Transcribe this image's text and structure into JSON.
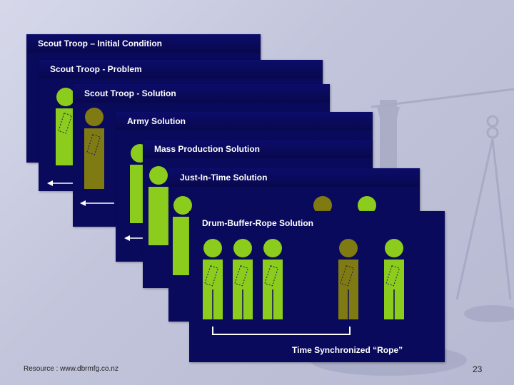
{
  "slides": [
    {
      "title": "Scout Troop – Initial Condition"
    },
    {
      "title": "Scout Troop - Problem"
    },
    {
      "title": "Scout Troop - Solution"
    },
    {
      "title": "Army Solution"
    },
    {
      "title": "Mass Production Solution"
    },
    {
      "title": "Just-In-Time Solution"
    },
    {
      "title": "Drum-Buffer-Rope Solution",
      "rope_label": "Time Synchronized “Rope”"
    }
  ],
  "footer": {
    "resource": "Resource : www.dbrmfg.co.nz",
    "page_number": "23"
  },
  "colors": {
    "slide_bg": "#0a0a5c",
    "figure_green": "#8ccc1c",
    "figure_olive": "#807a12",
    "text": "#ffffff"
  }
}
